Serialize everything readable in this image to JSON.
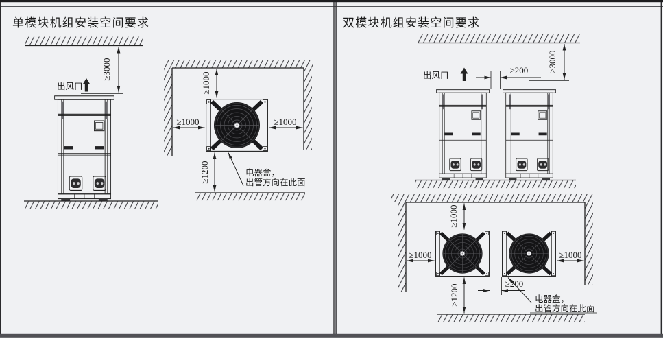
{
  "colors": {
    "background": "#f0f1f3",
    "line": "#222222",
    "hatch": "#3c3c40"
  },
  "panels": {
    "left": {
      "title": "单模块机组安装空间要求",
      "front": {
        "air_outlet": "出风口",
        "ceiling_clearance": "≥3000"
      },
      "top": {
        "top_clearance": "≥1000",
        "left_clearance": "≥1000",
        "right_clearance": "≥1000",
        "front_clearance": "≥1200",
        "note_line1": "电器盒，",
        "note_line2": "出管方向在此面"
      }
    },
    "right": {
      "title": "双模块机组安装空间要求",
      "front": {
        "air_outlet": "出风口",
        "ceiling_clearance": "≥3000",
        "module_gap": "≥200"
      },
      "top": {
        "top_clearance": "≥1000",
        "left_clearance": "≥1000",
        "right_clearance": "≥1000",
        "front_clearance": "≥1200",
        "module_gap": "≥200",
        "note_line1": "电器盒，",
        "note_line2": "出管方向在此面"
      }
    }
  }
}
